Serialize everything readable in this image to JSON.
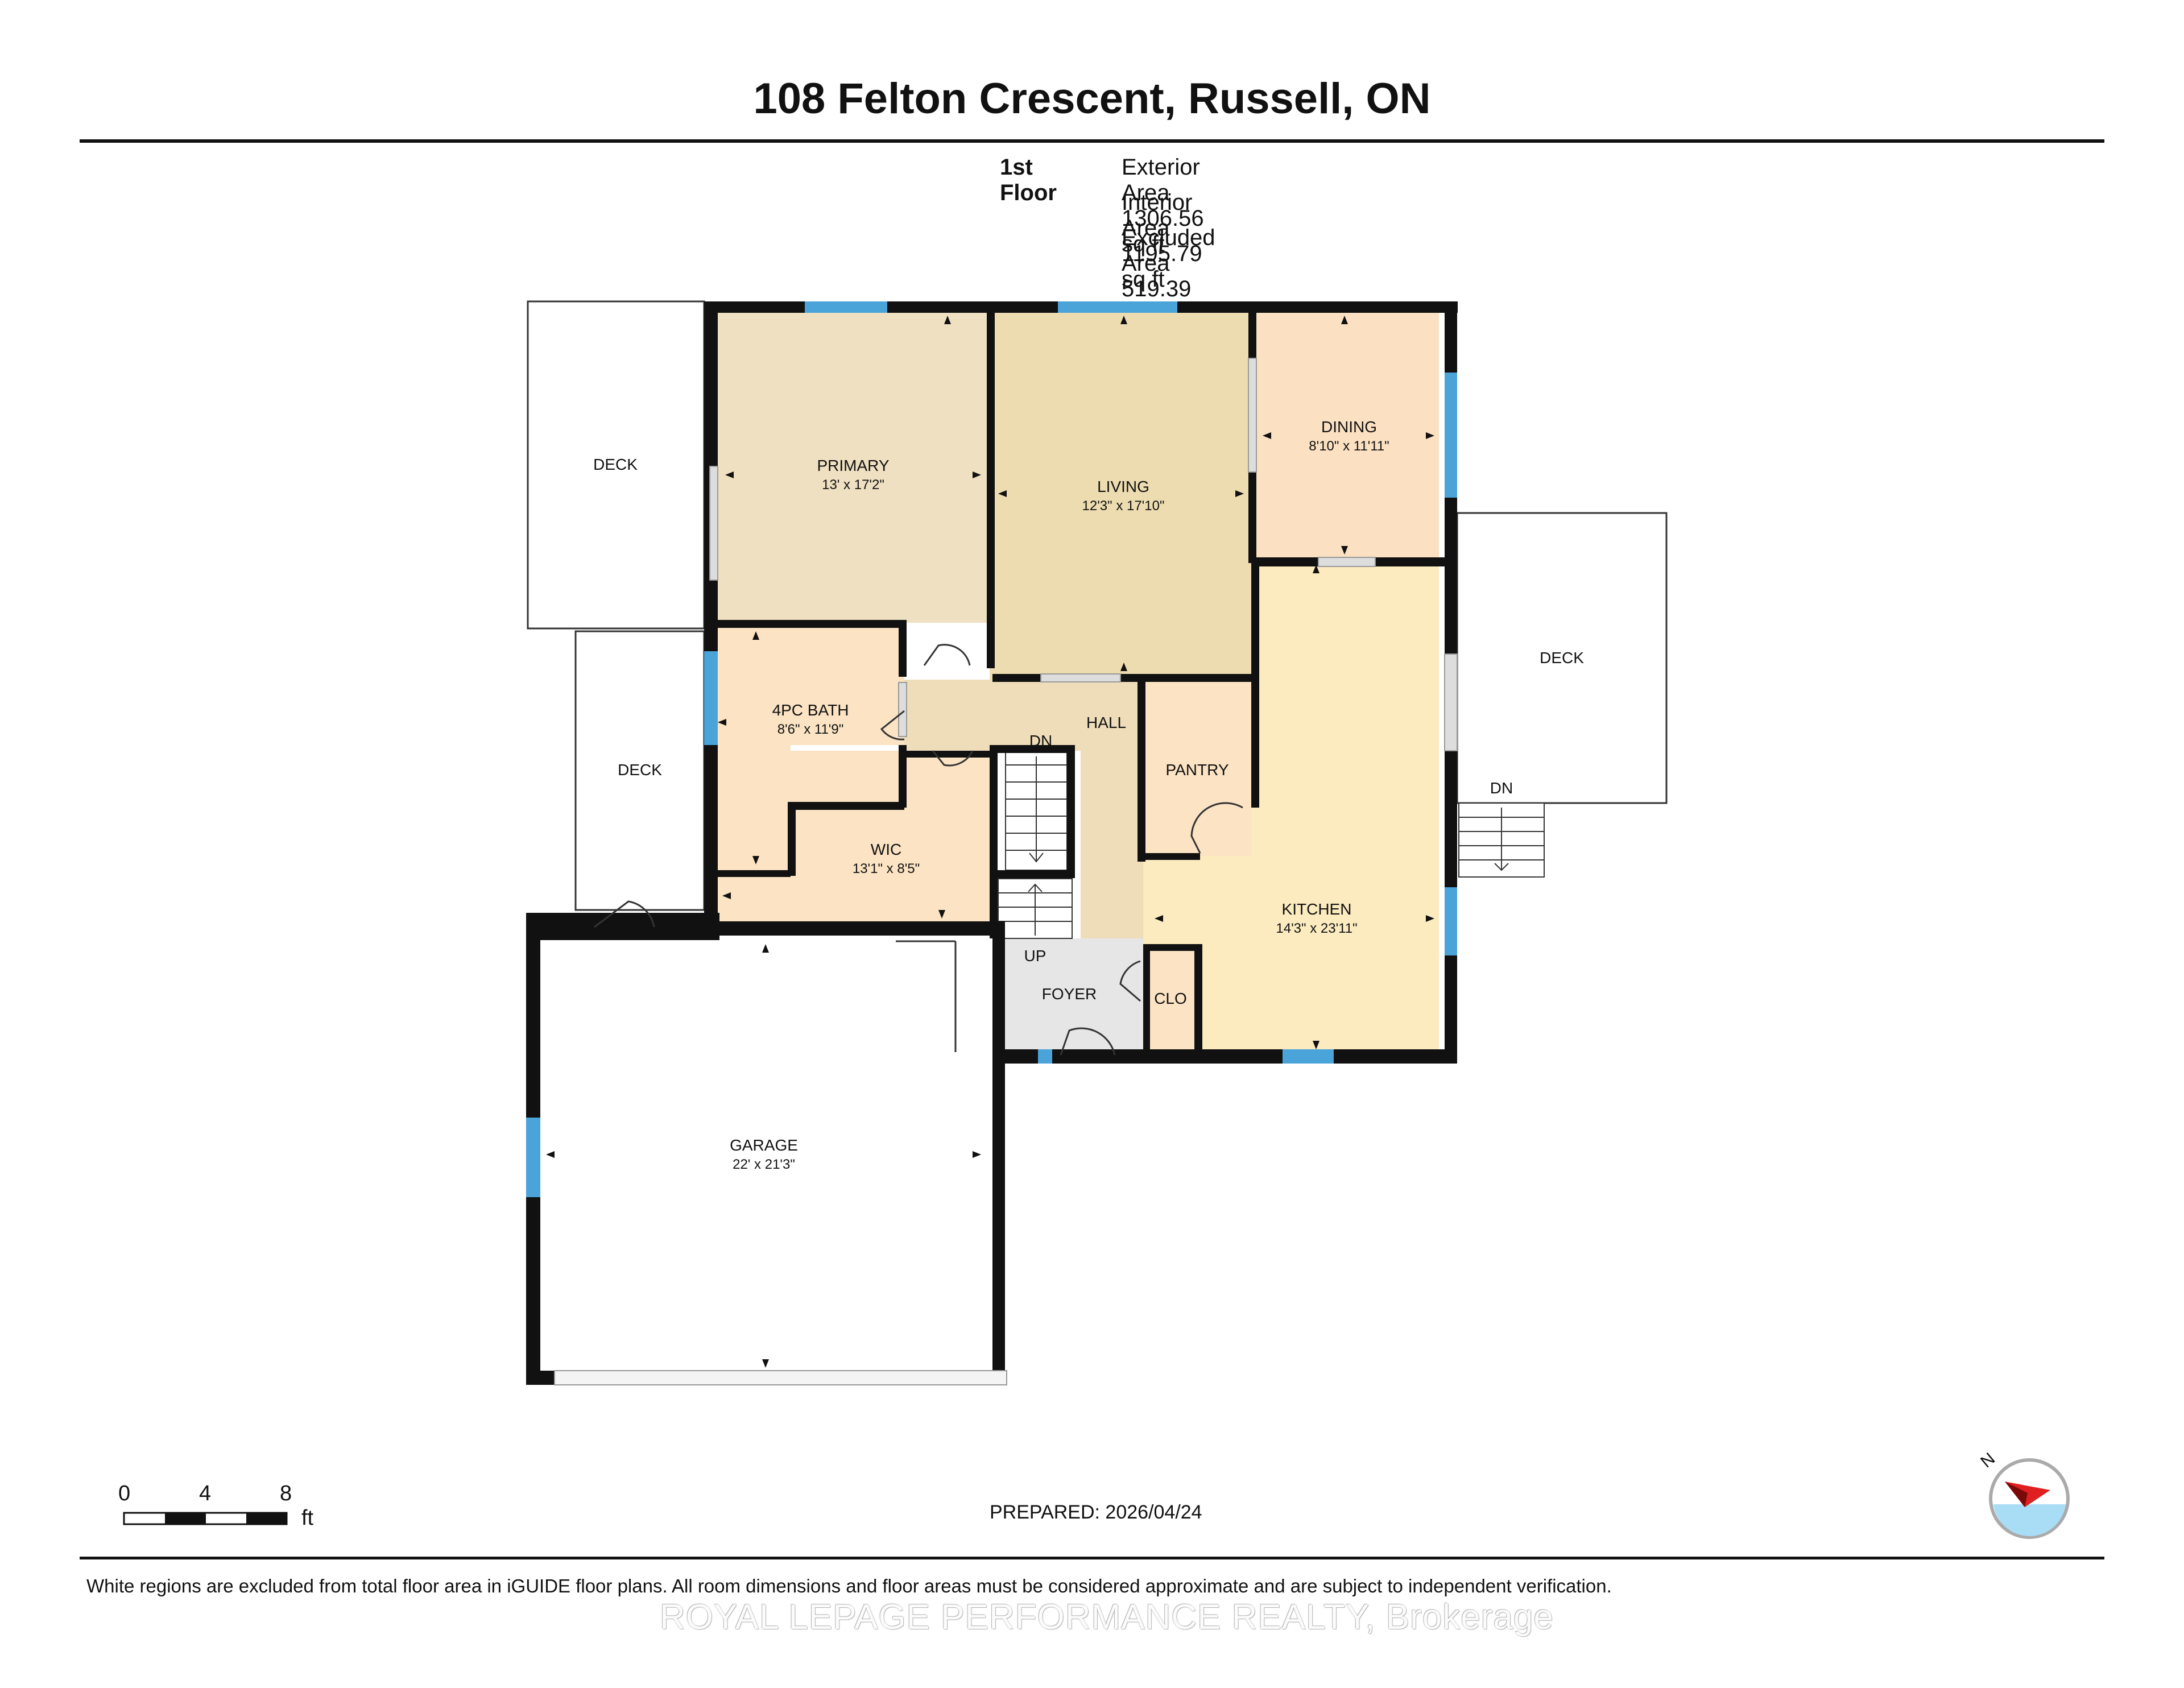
{
  "title": "108 Felton Crescent, Russell, ON",
  "floor": {
    "name": "1st Floor",
    "exterior_area": "Exterior Area 1306.56 sq ft",
    "interior_area": "Interior Area 1195.79 sq ft",
    "excluded_area": "Excluded Area 519.39 sq ft"
  },
  "rooms": {
    "primary": {
      "label": "PRIMARY",
      "dim": "13' x 17'2\""
    },
    "living": {
      "label": "LIVING",
      "dim": "12'3\" x 17'10\""
    },
    "dining": {
      "label": "DINING",
      "dim": "8'10\" x 11'11\""
    },
    "bath": {
      "label": "4PC BATH",
      "dim": "8'6\" x 11'9\""
    },
    "wic": {
      "label": "WIC",
      "dim": "13'1\" x 8'5\""
    },
    "hall": {
      "label": "HALL"
    },
    "pantry": {
      "label": "PANTRY"
    },
    "kitchen": {
      "label": "KITCHEN",
      "dim": "14'3\" x 23'11\""
    },
    "foyer": {
      "label": "FOYER"
    },
    "clo": {
      "label": "CLO"
    },
    "garage": {
      "label": "GARAGE",
      "dim": "22' x 21'3\""
    },
    "deck_top_left": {
      "label": "DECK"
    },
    "deck_left": {
      "label": "DECK"
    },
    "deck_right": {
      "label": "DECK"
    }
  },
  "stairs": {
    "down_main": "DN",
    "up_main": "UP",
    "down_deck": "DN"
  },
  "scale": {
    "t0": "0",
    "t4": "4",
    "t8": "8",
    "unit": "ft"
  },
  "compass": {
    "label": "N"
  },
  "prepared": "PREPARED: 2026/04/24",
  "disclaimer": "White regions are excluded from total floor area in iGUIDE floor plans. All room dimensions and floor areas must be considered approximate and are subject to independent verification.",
  "watermark": "ROYAL LEPAGE PERFORMANCE REALTY, Brokerage",
  "colors": {
    "primary": "#efe0c2",
    "living": "#ecdcb0",
    "dining": "#fbe1c1",
    "bath": "#fbe3c3",
    "wic": "#fbe3c3",
    "hall": "#efddb9",
    "pantry": "#fbe3c3",
    "kitchen": "#fcebbf",
    "foyer": "#e6e6e6",
    "window": "#4aa3d9",
    "wall": "#111111"
  }
}
